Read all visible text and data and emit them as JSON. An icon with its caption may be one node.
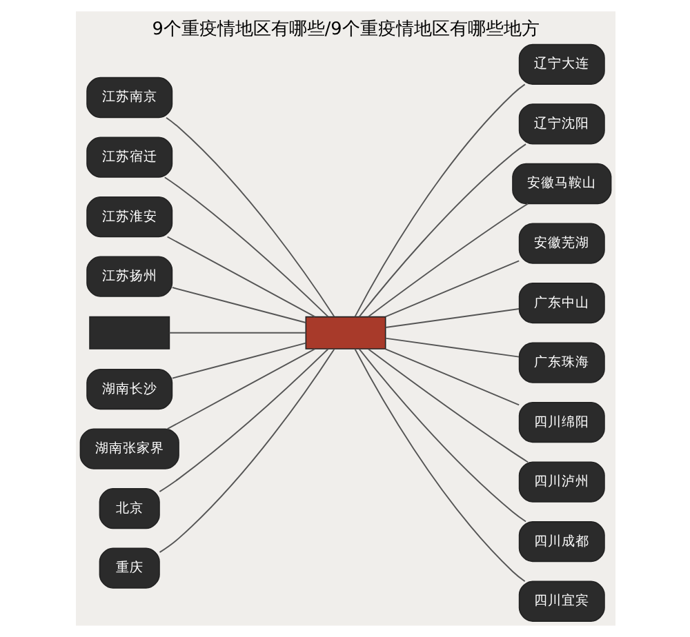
{
  "diagram": {
    "title": "9个重疫情地区有哪些/9个重疫情地区有哪些地方",
    "nodes": [
      {
        "text": [
          "江苏南京"
        ]
      },
      {
        "text": [
          "江苏宿迁"
        ]
      },
      {
        "text": [
          "江苏淮安"
        ]
      },
      {
        "text": [
          "江苏扬州"
        ]
      },
      {
        "text": [],
        "shape": "box"
      },
      {
        "text": [
          "湖南长沙"
        ]
      },
      {
        "text": [
          "湖南张家界"
        ]
      },
      {
        "text": [
          "北京"
        ]
      },
      {
        "text": [
          "重庆"
        ]
      },
      {
        "text": [],
        "shape": "box"
      },
      {
        "text": [
          "辽宁大连"
        ]
      },
      {
        "text": [
          "辽宁沈阳"
        ]
      },
      {
        "text": [
          "安徽马鞍山"
        ]
      },
      {
        "text": [
          "安徽芜湖"
        ]
      },
      {
        "text": [
          "广东中山"
        ]
      },
      {
        "text": [
          "广东珠海"
        ]
      },
      {
        "text": [
          "四川绵阳"
        ]
      },
      {
        "text": [
          "四川泸州"
        ]
      },
      {
        "text": [
          "四川成都"
        ]
      },
      {
        "text": [
          "四川宜宾"
        ]
      }
    ],
    "edges": [
      {
        "from": 0,
        "to": 9,
        "arrow": "none"
      },
      {
        "from": 1,
        "to": 9,
        "arrow": "none"
      },
      {
        "from": 2,
        "to": 9,
        "arrow": "none"
      },
      {
        "from": 3,
        "to": 9,
        "arrow": "none"
      },
      {
        "from": 4,
        "to": 9,
        "arrow": "none"
      },
      {
        "from": 5,
        "to": 9,
        "arrow": "none"
      },
      {
        "from": 6,
        "to": 9,
        "arrow": "none"
      },
      {
        "from": 7,
        "to": 9,
        "arrow": "none"
      },
      {
        "from": 8,
        "to": 9,
        "arrow": "none"
      },
      {
        "from": 9,
        "to": 10,
        "arrow": "none"
      },
      {
        "from": 9,
        "to": 11,
        "arrow": "none"
      },
      {
        "from": 9,
        "to": 12,
        "arrow": "none"
      },
      {
        "from": 9,
        "to": 13,
        "arrow": "none"
      },
      {
        "from": 9,
        "to": 14,
        "arrow": "none"
      },
      {
        "from": 9,
        "to": 15,
        "arrow": "none"
      },
      {
        "from": 9,
        "to": 16,
        "arrow": "none"
      },
      {
        "from": 9,
        "to": 17,
        "arrow": "none"
      },
      {
        "from": 9,
        "to": 18,
        "arrow": "none"
      },
      {
        "from": 9,
        "to": 19,
        "arrow": "none"
      }
    ]
  }
}
